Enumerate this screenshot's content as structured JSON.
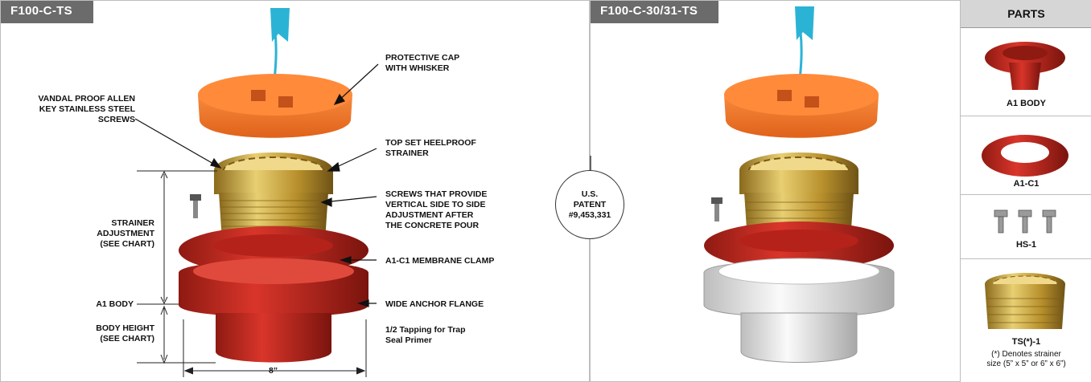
{
  "left_panel": {
    "tag": "F100-C-TS",
    "callouts": {
      "protective_cap": "PROTECTIVE CAP\nWITH WHISKER",
      "vandal_screws": "VANDAL PROOF ALLEN\nKEY STAINLESS STEEL\nSCREWS",
      "top_set": "TOP SET HEELPROOF\nSTRAINER",
      "screws_adjust": "SCREWS THAT PROVIDE\nVERTICAL SIDE TO SIDE\nADJUSTMENT AFTER\nTHE CONCRETE POUR",
      "membrane_clamp": "A1-C1 MEMBRANE CLAMP",
      "anchor_flange": "WIDE ANCHOR FLANGE",
      "tapping": "1/2 Tapping for Trap\nSeal Primer",
      "strainer_adjustment": "STRAINER\nADJUSTMENT\n(SEE CHART)",
      "a1_body": "A1 BODY",
      "body_height": "BODY HEIGHT\n(SEE CHART)",
      "width_dim": "8”"
    }
  },
  "patent": "U.S.\nPATENT\n#9,453,331",
  "right_panel": {
    "tag": "F100-C-30/31-TS"
  },
  "parts": {
    "header": "PARTS",
    "items": [
      {
        "label": "A1 BODY"
      },
      {
        "label": "A1-C1"
      },
      {
        "label": "HS-1"
      },
      {
        "label": "TS(*)-1"
      }
    ],
    "note": "(*) Denotes strainer\nsize (5” x 5” or 6” x 6”)"
  },
  "colors": {
    "cap": "#f47a2a",
    "whisker": "#2bb3d6",
    "brass": "#c9a43c",
    "red_body": "#c8281e",
    "white_body": "#f2f2f2",
    "tag_bg": "#6b6b6b"
  }
}
